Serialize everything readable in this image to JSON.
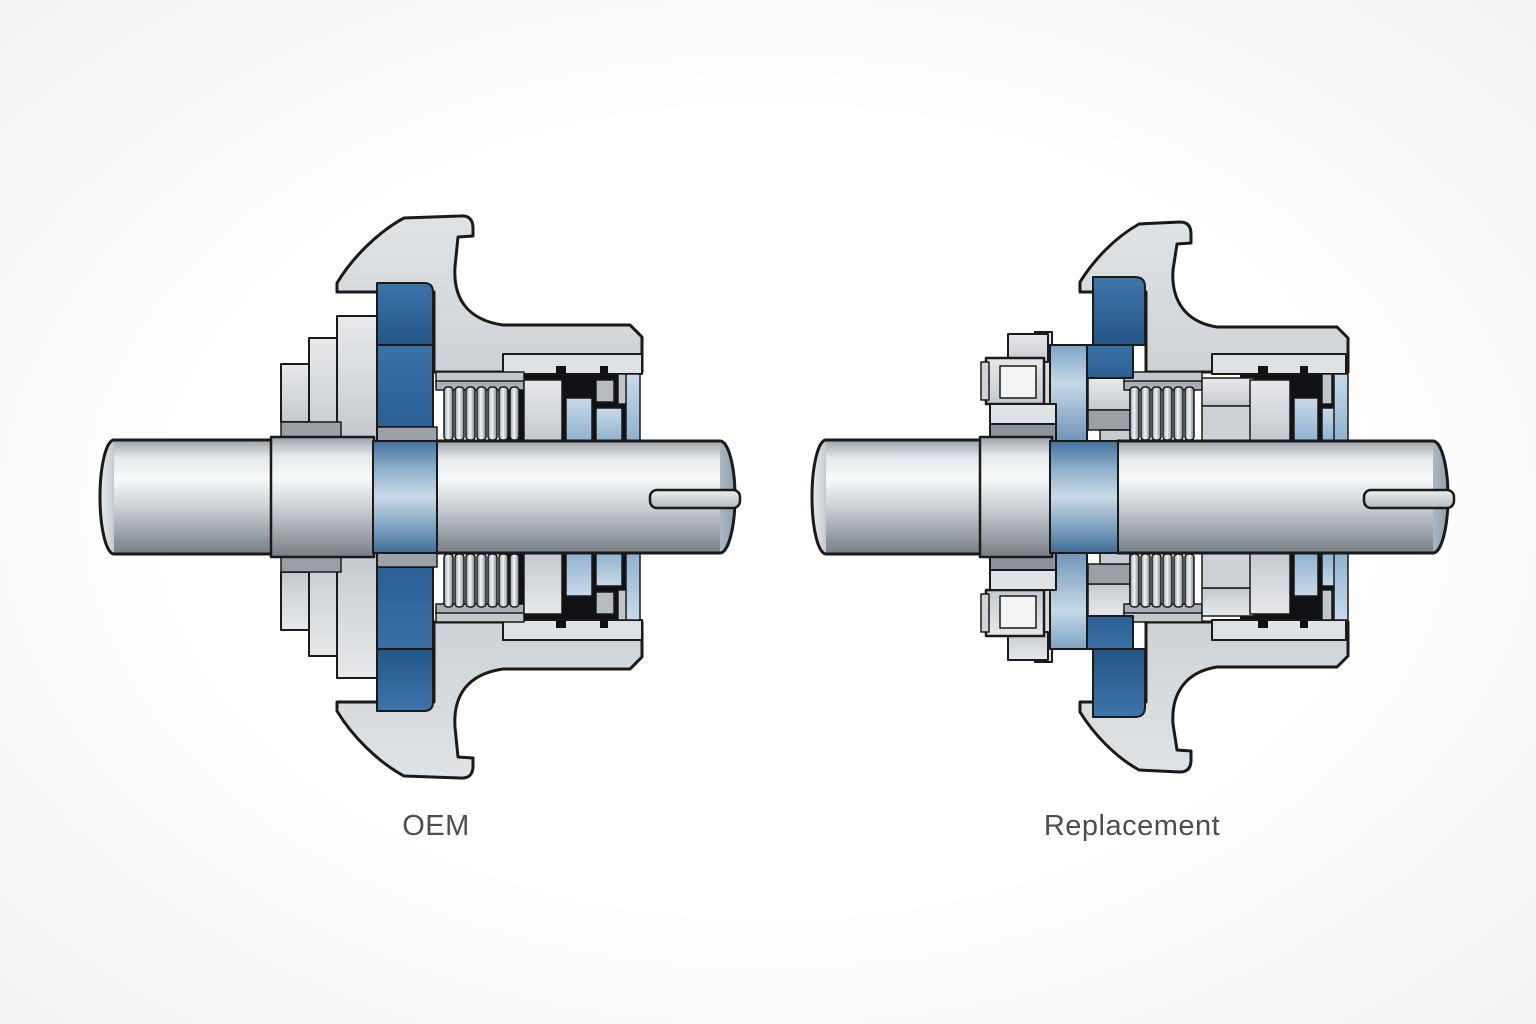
{
  "figure": {
    "type": "technical-cross-section-comparison",
    "subject": "shaft seal / bearing hub assemblies",
    "items": [
      {
        "id": "oem",
        "label": "OEM"
      },
      {
        "id": "replacement",
        "label": "Replacement"
      }
    ]
  },
  "labels": {
    "oem": "OEM",
    "replacement": "Replacement"
  },
  "colors": {
    "outline": "#1a1a1a",
    "metal_light": "#d9dcdf",
    "metal_mid": "#b7bbbf",
    "metal_dark": "#8d9399",
    "accent_blue_dark": "#2c6296",
    "accent_blue_medium": "#4a7fb0",
    "accent_blue_light": "#aec8dd",
    "seal_black": "#101114",
    "label_text": "#4b4e52"
  }
}
